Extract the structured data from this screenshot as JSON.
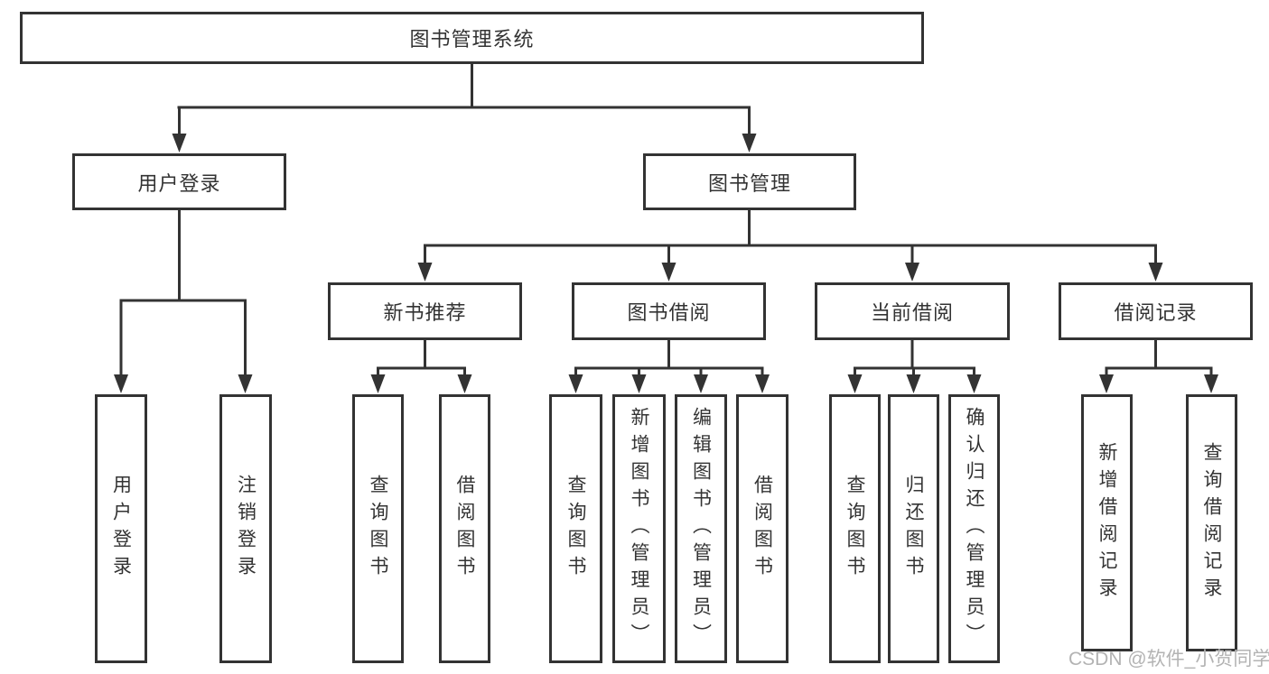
{
  "colors": {
    "line": "#333333",
    "box_border": "#333333",
    "text": "#333333",
    "watermark": "#b3b3b3",
    "background": "#ffffff"
  },
  "diagram": {
    "type": "hierarchy-tree",
    "root": {
      "label": "图书管理系统"
    },
    "branches": [
      {
        "label": "用户登录",
        "children": [
          {
            "label": "用户登录"
          },
          {
            "label": "注销登录"
          }
        ]
      },
      {
        "label": "图书管理",
        "children": [
          {
            "label": "新书推荐",
            "children": [
              {
                "label": "查询图书"
              },
              {
                "label": "借阅图书"
              }
            ]
          },
          {
            "label": "图书借阅",
            "children": [
              {
                "label": "查询图书"
              },
              {
                "label": "新增图书（管理员）"
              },
              {
                "label": "编辑图书（管理员）"
              },
              {
                "label": "借阅图书"
              }
            ]
          },
          {
            "label": "当前借阅",
            "children": [
              {
                "label": "查询图书"
              },
              {
                "label": "归还图书"
              },
              {
                "label": "确认归还（管理员）"
              }
            ]
          },
          {
            "label": "借阅记录",
            "children": [
              {
                "label": "新增借阅记录"
              },
              {
                "label": "查询借阅记录"
              }
            ]
          }
        ]
      }
    ]
  },
  "watermark": {
    "text": "CSDN @软件_小贺同学"
  }
}
